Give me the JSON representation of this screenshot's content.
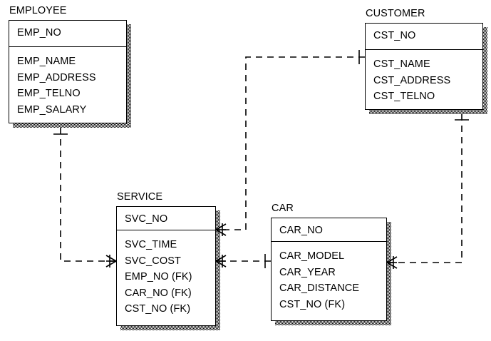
{
  "diagram": {
    "type": "entity-relationship-diagram",
    "notation": "crow's-foot (IE)",
    "title": "",
    "background": "#ffffff",
    "line_color": "#000000",
    "entities": [
      {
        "id": "employee",
        "name": "EMPLOYEE",
        "primary_key": [
          "EMP_NO"
        ],
        "attributes": [
          "EMP_NAME",
          "EMP_ADDRESS",
          "EMP_TELNO",
          "EMP_SALARY"
        ]
      },
      {
        "id": "customer",
        "name": "CUSTOMER",
        "primary_key": [
          "CST_NO"
        ],
        "attributes": [
          "CST_NAME",
          "CST_ADDRESS",
          "CST_TELNO"
        ]
      },
      {
        "id": "service",
        "name": "SERVICE",
        "primary_key": [
          "SVC_NO"
        ],
        "attributes": [
          "SVC_TIME",
          "SVC_COST",
          "EMP_NO (FK)",
          "CAR_NO (FK)",
          "CST_NO (FK)"
        ]
      },
      {
        "id": "car",
        "name": "CAR",
        "primary_key": [
          "CAR_NO"
        ],
        "attributes": [
          "CAR_MODEL",
          "CAR_YEAR",
          "CAR_DISTANCE",
          "CST_NO (FK)"
        ]
      }
    ],
    "relationships": [
      {
        "id": "employee-service",
        "from": "EMPLOYEE",
        "to": "SERVICE",
        "from_cardinality": "one",
        "to_cardinality": "many",
        "style": "dashed",
        "label": ""
      },
      {
        "id": "customer-service",
        "from": "CUSTOMER",
        "to": "SERVICE",
        "from_cardinality": "one",
        "to_cardinality": "many",
        "style": "dashed",
        "label": ""
      },
      {
        "id": "car-service",
        "from": "CAR",
        "to": "SERVICE",
        "from_cardinality": "one",
        "to_cardinality": "many",
        "style": "dashed",
        "label": ""
      },
      {
        "id": "customer-car",
        "from": "CUSTOMER",
        "to": "CAR",
        "from_cardinality": "one",
        "to_cardinality": "many",
        "style": "dashed",
        "label": ""
      }
    ]
  }
}
